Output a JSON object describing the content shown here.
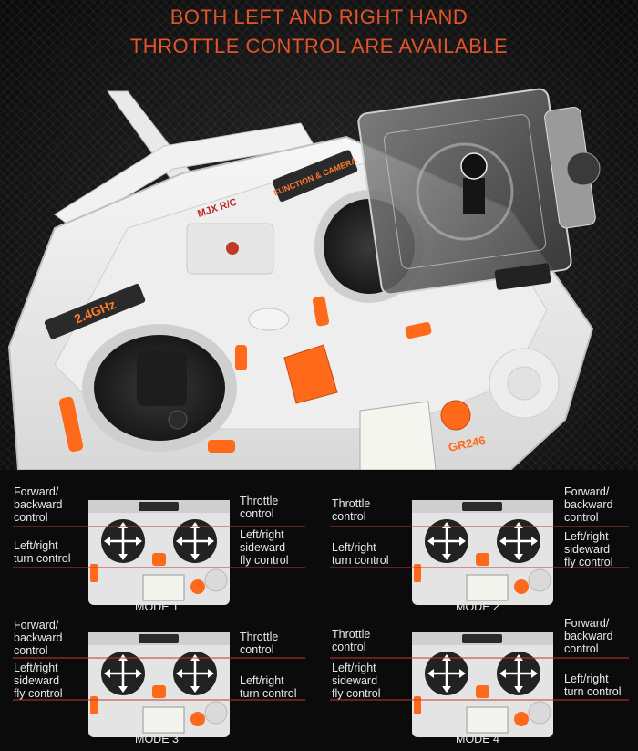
{
  "headline": {
    "line1": "BOTH LEFT AND RIGHT HAND",
    "line2": "THROTTLE CONTROL ARE AVAILABLE"
  },
  "transmitter": {
    "brand": "MJX R/C",
    "band": "2.4GHz",
    "function_label": "FUNCTION & CAMERA",
    "model": "GR246"
  },
  "colors": {
    "headline": "#e0542a",
    "accent": "#ff6a1a",
    "divider": "#c0392b",
    "label": "#e8e8e8"
  },
  "modes": [
    {
      "name": "MODE 1",
      "left_top": "Forward/\nbackward\ncontrol",
      "left_bottom": "Left/right\nturn control",
      "right_top": "Throttle\ncontrol",
      "right_bottom": "Left/right\nsideward\nfly control"
    },
    {
      "name": "MODE 2",
      "left_top": "Throttle\ncontrol",
      "left_bottom": "Left/right\nturn control",
      "right_top": "Forward/\nbackward\ncontrol",
      "right_bottom": "Left/right\nsideward\nfly control"
    },
    {
      "name": "MODE 3",
      "left_top": "Forward/\nbackward\ncontrol",
      "left_bottom": "Left/right\nsideward\nfly control",
      "right_top": "Throttle\ncontrol",
      "right_bottom": "Left/right\nturn control"
    },
    {
      "name": "MODE 4",
      "left_top": "Throttle\ncontrol",
      "left_bottom": "Left/right\nsideward\nfly control",
      "right_top": "Forward/\nbackward\ncontrol",
      "right_bottom": "Left/right\nturn control"
    }
  ]
}
